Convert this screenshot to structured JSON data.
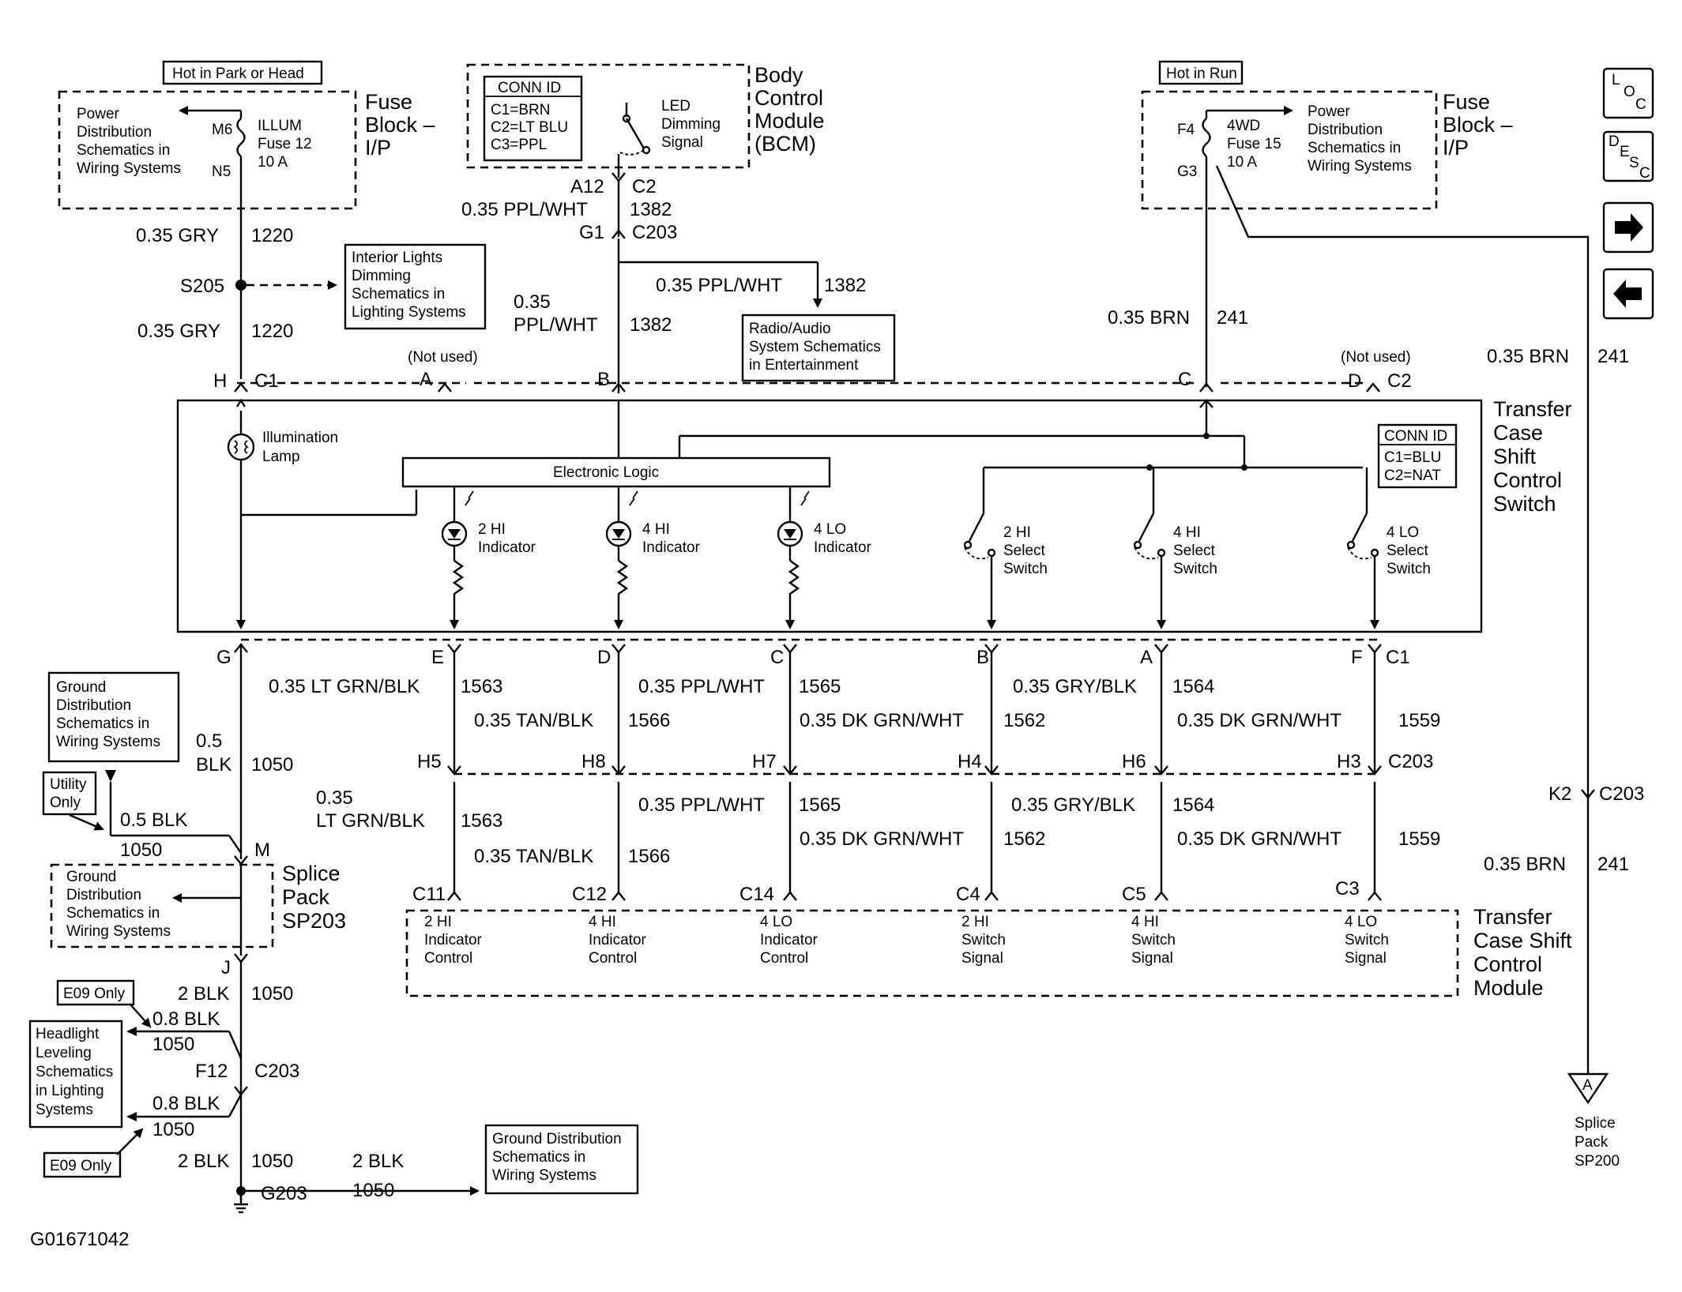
{
  "figure_id": "G01671042",
  "nav": {
    "loc": "LOC",
    "desc": "DESC",
    "next_icon": "arrow-right-icon",
    "prev_icon": "arrow-left-icon"
  },
  "top_left": {
    "condition": "Hot in Park or Head",
    "fuse_block_label": [
      "Fuse",
      "Block –",
      "I/P"
    ],
    "pd_ref": [
      "Power",
      "Distribution",
      "Schematics in",
      "Wiring Systems"
    ],
    "fuse": [
      "ILLUM",
      "Fuse 12",
      "10 A"
    ],
    "pin_top": "M6",
    "pin_bottom": "N5",
    "wire1": "0.35 GRY",
    "circuit1": "1220",
    "splice": "S205",
    "wire2": "0.35 GRY",
    "circuit2": "1220",
    "interior_ref": [
      "Interior Lights",
      "Dimming",
      "Schematics in",
      "Lighting Systems"
    ]
  },
  "bcm": {
    "conn_id_title": "CONN ID",
    "conn_ids": [
      "C1=BRN",
      "C2=LT BLU",
      "C3=PPL"
    ],
    "signal": [
      "LED",
      "Dimming",
      "Signal"
    ],
    "name": [
      "Body",
      "Control",
      "Module",
      "(BCM)"
    ],
    "pin": "A12",
    "conn": "C2",
    "wire": "0.35 PPL/WHT",
    "circuit": "1382",
    "pin2": "G1",
    "conn2": "C203",
    "branch_wire": "0.35 PPL/WHT",
    "branch_circuit": "1382",
    "wire_lower_a": "0.35",
    "wire_lower_b": "PPL/WHT",
    "circuit_lower": "1382",
    "radio_ref": [
      "Radio/Audio",
      "System Schematics",
      "in Entertainment"
    ]
  },
  "top_right": {
    "condition": "Hot in Run",
    "fuse_block_label": [
      "Fuse",
      "Block –",
      "I/P"
    ],
    "pd_ref": [
      "Power",
      "Distribution",
      "Schematics in",
      "Wiring Systems"
    ],
    "fuse": [
      "4WD",
      "Fuse 15",
      "10 A"
    ],
    "pin_top": "F4",
    "pin_bottom": "G3",
    "wire": "0.35 BRN",
    "circuit": "241",
    "wire_far": "0.35 BRN",
    "circuit_far": "241"
  },
  "switch": {
    "name": [
      "Transfer",
      "Case",
      "Shift",
      "Control",
      "Switch"
    ],
    "conn_id_title": "CONN ID",
    "conn_ids": [
      "C1=BLU",
      "C2=NAT"
    ],
    "logic": "Electronic Logic",
    "lamp": [
      "Illumination",
      "Lamp"
    ],
    "pins_top": [
      {
        "pin": "H",
        "conn": "C1"
      },
      {
        "pin": "A",
        "note": "(Not used)"
      },
      {
        "pin": "B"
      },
      {
        "pin": "C"
      },
      {
        "pin": "D",
        "conn": "C2",
        "note": "(Not used)"
      }
    ],
    "indicators": [
      {
        "label": [
          "2 HI",
          "Indicator"
        ]
      },
      {
        "label": [
          "4 HI",
          "Indicator"
        ]
      },
      {
        "label": [
          "4 LO",
          "Indicator"
        ]
      }
    ],
    "selects": [
      {
        "label": [
          "2 HI",
          "Select",
          "Switch"
        ]
      },
      {
        "label": [
          "4 HI",
          "Select",
          "Switch"
        ]
      },
      {
        "label": [
          "4 LO",
          "Select",
          "Switch"
        ]
      }
    ],
    "pins_bottom": [
      "G",
      "E",
      "D",
      "C",
      "B",
      "A",
      "F"
    ],
    "conn_bottom": "C1"
  },
  "wires_upper": [
    {
      "wire": "0.35 LT GRN/BLK",
      "circuit": "1563"
    },
    {
      "wire": "0.35 TAN/BLK",
      "circuit": "1566"
    },
    {
      "wire": "0.35 PPL/WHT",
      "circuit": "1565"
    },
    {
      "wire": "0.35 DK GRN/WHT",
      "circuit": "1562"
    },
    {
      "wire": "0.35 GRY/BLK",
      "circuit": "1564"
    },
    {
      "wire": "0.35 DK GRN/WHT",
      "circuit": "1559"
    }
  ],
  "c203_pins": [
    "H5",
    "H8",
    "H7",
    "H4",
    "H6",
    "H3"
  ],
  "c203_label": "C203",
  "wires_lower": [
    {
      "wire_a": "0.35",
      "wire_b": "LT GRN/BLK",
      "circuit": "1563"
    },
    {
      "wire": "0.35 TAN/BLK",
      "circuit": "1566"
    },
    {
      "wire": "0.35 PPL/WHT",
      "circuit": "1565"
    },
    {
      "wire": "0.35 DK GRN/WHT",
      "circuit": "1562"
    },
    {
      "wire": "0.35 GRY/BLK",
      "circuit": "1564"
    },
    {
      "wire": "0.35 DK GRN/WHT",
      "circuit": "1559"
    }
  ],
  "module": {
    "name": [
      "Transfer",
      "Case Shift",
      "Control",
      "Module"
    ],
    "pins": [
      "C11",
      "C12",
      "C14",
      "C4",
      "C5",
      "C3"
    ],
    "signals": [
      [
        "2 HI",
        "Indicator",
        "Control"
      ],
      [
        "4 HI",
        "Indicator",
        "Control"
      ],
      [
        "4 LO",
        "Indicator",
        "Control"
      ],
      [
        "2 HI",
        "Switch",
        "Signal"
      ],
      [
        "4 HI",
        "Switch",
        "Signal"
      ],
      [
        "4 LO",
        "Switch",
        "Signal"
      ]
    ]
  },
  "ground": {
    "gd_ref1": [
      "Ground",
      "Distribution",
      "Schematics in",
      "Wiring Systems"
    ],
    "wire1_a": "0.5",
    "wire1_b": "BLK",
    "circuit1": "1050",
    "utility": [
      "Utility",
      "Only"
    ],
    "wire_util": "0.5 BLK",
    "circuit_util": "1050",
    "splice_pin_top": "M",
    "splice_name": [
      "Splice",
      "Pack",
      "SP203"
    ],
    "gd_ref2": [
      "Ground",
      "Distribution",
      "Schematics in",
      "Wiring Systems"
    ],
    "splice_pin_bottom": "J",
    "wire2": "2 BLK",
    "circuit2": "1050",
    "e09_1": "E09 Only",
    "wire3": "0.8 BLK",
    "circuit3": "1050",
    "headlight_ref": [
      "Headlight",
      "Leveling",
      "Schematics",
      "in Lighting",
      "Systems"
    ],
    "pin_f12": "F12",
    "conn_f12": "C203",
    "wire4": "0.8 BLK",
    "circuit4": "1050",
    "e09_2": "E09 Only",
    "wire5": "2 BLK",
    "circuit5": "1050",
    "ground_id": "G203",
    "wire6": "2 BLK",
    "circuit6": "1050",
    "gd_ref3": [
      "Ground Distribution",
      "Schematics in",
      "Wiring Systems"
    ]
  },
  "right_feed": {
    "pin": "K2",
    "conn": "C203",
    "wire": "0.35 BRN",
    "circuit": "241",
    "splice_letter": "A",
    "splice_name": [
      "Splice",
      "Pack",
      "SP200"
    ]
  }
}
